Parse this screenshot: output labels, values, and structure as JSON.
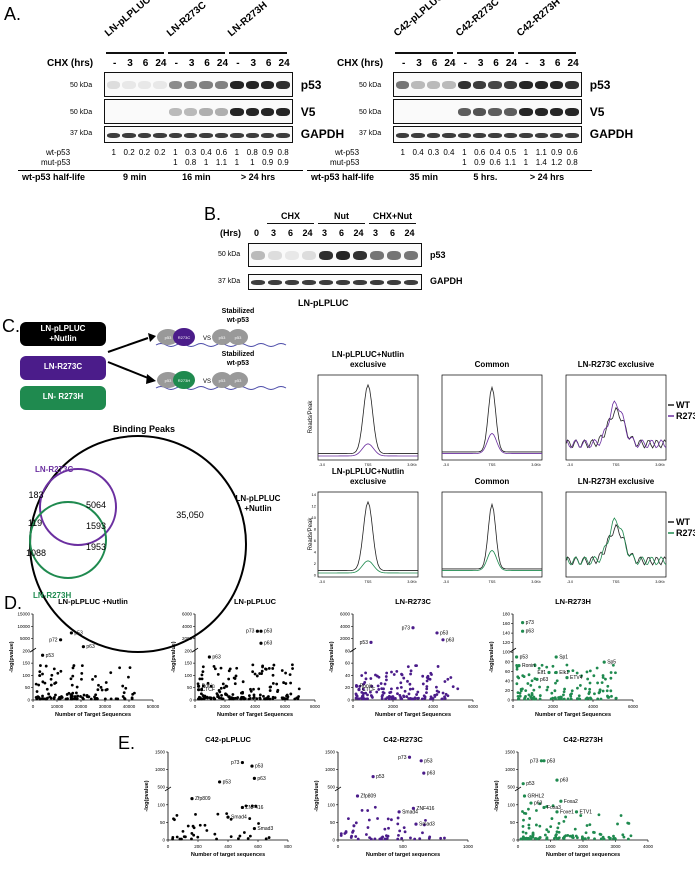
{
  "panels": [
    "A.",
    "B.",
    "C.",
    "D.",
    "E."
  ],
  "panel_a": {
    "left": {
      "groups": [
        "LN-pLPLUC",
        "LN-R273C",
        "LN-R273H"
      ],
      "cxh_label": "CHX (hrs)",
      "timepoints": [
        "-",
        "3",
        "6",
        "24"
      ],
      "blots": [
        "p53",
        "V5",
        "GAPDH"
      ],
      "markers": [
        "50 kDa",
        "50 kDa",
        "37 kDa"
      ],
      "wt_label": "wt-p53",
      "mut_label": "mut-p53",
      "wt_values": [
        "1",
        "0.2",
        "0.2",
        "0.2",
        "1",
        "0.3",
        "0.4",
        "0.6",
        "1",
        "0.8",
        "0.9",
        "0.8"
      ],
      "mut_values": [
        "1",
        "0.8",
        "1",
        "1.1",
        "1",
        "1",
        "0.9",
        "0.9"
      ],
      "halflife_label": "wt-p53 half-life",
      "halflives": [
        "9 min",
        "16 min",
        "> 24 hrs"
      ]
    },
    "right": {
      "groups": [
        "C42-pLPLUC",
        "C42-R273C",
        "C42-R273H"
      ],
      "cxh_label": "CHX (hrs)",
      "timepoints": [
        "-",
        "3",
        "6",
        "24"
      ],
      "blots": [
        "p53",
        "V5",
        "GAPDH"
      ],
      "markers": [
        "50 kDa",
        "50 kDa",
        "37 kDa"
      ],
      "wt_label": "wt-p53",
      "mut_label": "mut-p53",
      "wt_values": [
        "1",
        "0.4",
        "0.3",
        "0.4",
        "1",
        "0.6",
        "0.4",
        "0.5",
        "1",
        "1.1",
        "0.9",
        "0.6"
      ],
      "mut_values": [
        "1",
        "0.9",
        "0.6",
        "1.1",
        "1",
        "1.4",
        "1.2",
        "0.8"
      ],
      "halflife_label": "wt-p53 half-life",
      "halflives": [
        "35 min",
        "5 hrs.",
        "> 24 hrs"
      ]
    }
  },
  "panel_b": {
    "groups": [
      "CHX",
      "Nut",
      "CHX+Nut"
    ],
    "hrs_label": "(Hrs)",
    "timepoints": [
      "0",
      "3",
      "6",
      "24",
      "3",
      "6",
      "24",
      "3",
      "6",
      "24"
    ],
    "blots": [
      "p53",
      "GAPDH"
    ],
    "markers": [
      "50 kDa",
      "37 kDa"
    ],
    "cell_line": "LN-pLPLUC"
  },
  "panel_c": {
    "cylinders": [
      "LN-pLPLUC\n+Nutlin",
      "LN-R273C",
      "LN- R273H"
    ],
    "cylinder_colors": [
      "#000000",
      "#4b1c8a",
      "#1f8a4f"
    ],
    "schematic_top": {
      "mut": "R273C",
      "wt": "p53",
      "vs": "VS",
      "label": "Stabilized\nwt-p53"
    },
    "schematic_bottom": {
      "mut": "R273H",
      "wt": "p53",
      "vs": "VS",
      "label": "Stabilized\nwt-p53"
    },
    "venn": {
      "title": "Binding Peaks",
      "sets": [
        "LN-R273C",
        "LN-pLPLUC\n+Nutlin",
        "LN-R273H"
      ],
      "numbers": [
        "183",
        "5064",
        "35,050",
        "119",
        "1593",
        "1953",
        "1088"
      ]
    },
    "profiles_top": {
      "titles": [
        "LN-pLPLUC+Nutlin\nexclusive",
        "Common",
        "LN-R273C exclusive"
      ],
      "ylabel": "Reads/Peak",
      "legend": [
        "WT",
        "R273C"
      ]
    },
    "profiles_bottom": {
      "titles": [
        "LN-pLPLUC+Nutlin\nexclusive",
        "Common",
        "LN-R273H exclusive"
      ],
      "ylabel": "Reads/Peak",
      "yticks": [
        "14",
        "12",
        "10",
        "8",
        "6",
        "4",
        "2",
        "0"
      ],
      "legend": [
        "WT",
        "R273H"
      ]
    },
    "axis_ticks": [
      "-3.0",
      "TSS",
      "3.0Kb"
    ]
  },
  "panel_d": {
    "titles": [
      "LN-pLPLUC +Nutlin",
      "LN-pLPLUC",
      "LN-R273C",
      "LN-R273H"
    ],
    "xlabel": "Number of Target Sequences",
    "ylabel": "-log(pvalue)",
    "xticks": [
      [
        "0",
        "10000",
        "20000",
        "30000",
        "40000",
        "50000"
      ],
      [
        "0",
        "2000",
        "4000",
        "6000",
        "8000"
      ],
      [
        "0",
        "2000",
        "4000",
        "6000"
      ],
      [
        "0",
        "2000",
        "4000",
        "6000"
      ]
    ],
    "yticks": [
      [
        "0",
        "50",
        "100",
        "150",
        "200",
        "5000",
        "10000",
        "15000"
      ],
      [
        "0",
        "50",
        "100",
        "150",
        "200",
        "2000",
        "4000",
        "6000"
      ],
      [
        "0",
        "20",
        "40",
        "60",
        "80",
        "2000",
        "4000",
        "6000"
      ],
      [
        "0",
        "20",
        "40",
        "60",
        "80",
        "100",
        "120",
        "140",
        "160",
        "180"
      ]
    ],
    "labels": [
      [
        "p53",
        "p72",
        "p63",
        "p53"
      ],
      [
        "p73",
        "p53",
        "p63",
        "p63",
        "Ronin",
        "CTCF"
      ],
      [
        "p73",
        "p53",
        "p63",
        "p53",
        "Ronin",
        "CTCF"
      ],
      [
        "p73",
        "p63",
        "p53",
        "Sp1",
        "Ronin",
        "Elf1",
        "Elk1",
        "ETV4",
        "Sp5",
        "p63"
      ]
    ],
    "colors": [
      "#000000",
      "#000000",
      "#4b1c8a",
      "#1f8a4f"
    ]
  },
  "panel_e": {
    "titles": [
      "C42-pLPLUC",
      "C42-R273C",
      "C42-R273H"
    ],
    "xlabel": "Number of target sequences",
    "ylabel": "-log(pvalue)",
    "xticks": [
      [
        "0",
        "200",
        "400",
        "600",
        "800"
      ],
      [
        "0",
        "500",
        "1000"
      ],
      [
        "0",
        "1000",
        "2000",
        "3000",
        "4000"
      ]
    ],
    "yticks": [
      [
        "0",
        "50",
        "100",
        "500",
        "1000",
        "1500"
      ],
      [
        "0",
        "50",
        "100",
        "500",
        "1000",
        "1500"
      ],
      [
        "0",
        "50",
        "100",
        "500",
        "1000",
        "1500"
      ]
    ],
    "labels": [
      [
        "p73",
        "p53",
        "p63",
        "p53",
        "Zfp809",
        "ZNF416",
        "Smad4",
        "Smad3"
      ],
      [
        "p73",
        "p53",
        "p63",
        "p53",
        "Zfp809",
        "ZNF416",
        "Smad4",
        "Smad3"
      ],
      [
        "p73",
        "p53",
        "p63",
        "p53",
        "GRHL2",
        "Foxa2",
        "Foxa3",
        "Foxe1",
        "ETV1",
        "p63"
      ]
    ],
    "colors": [
      "#000000",
      "#4b1c8a",
      "#1f8a4f"
    ]
  }
}
